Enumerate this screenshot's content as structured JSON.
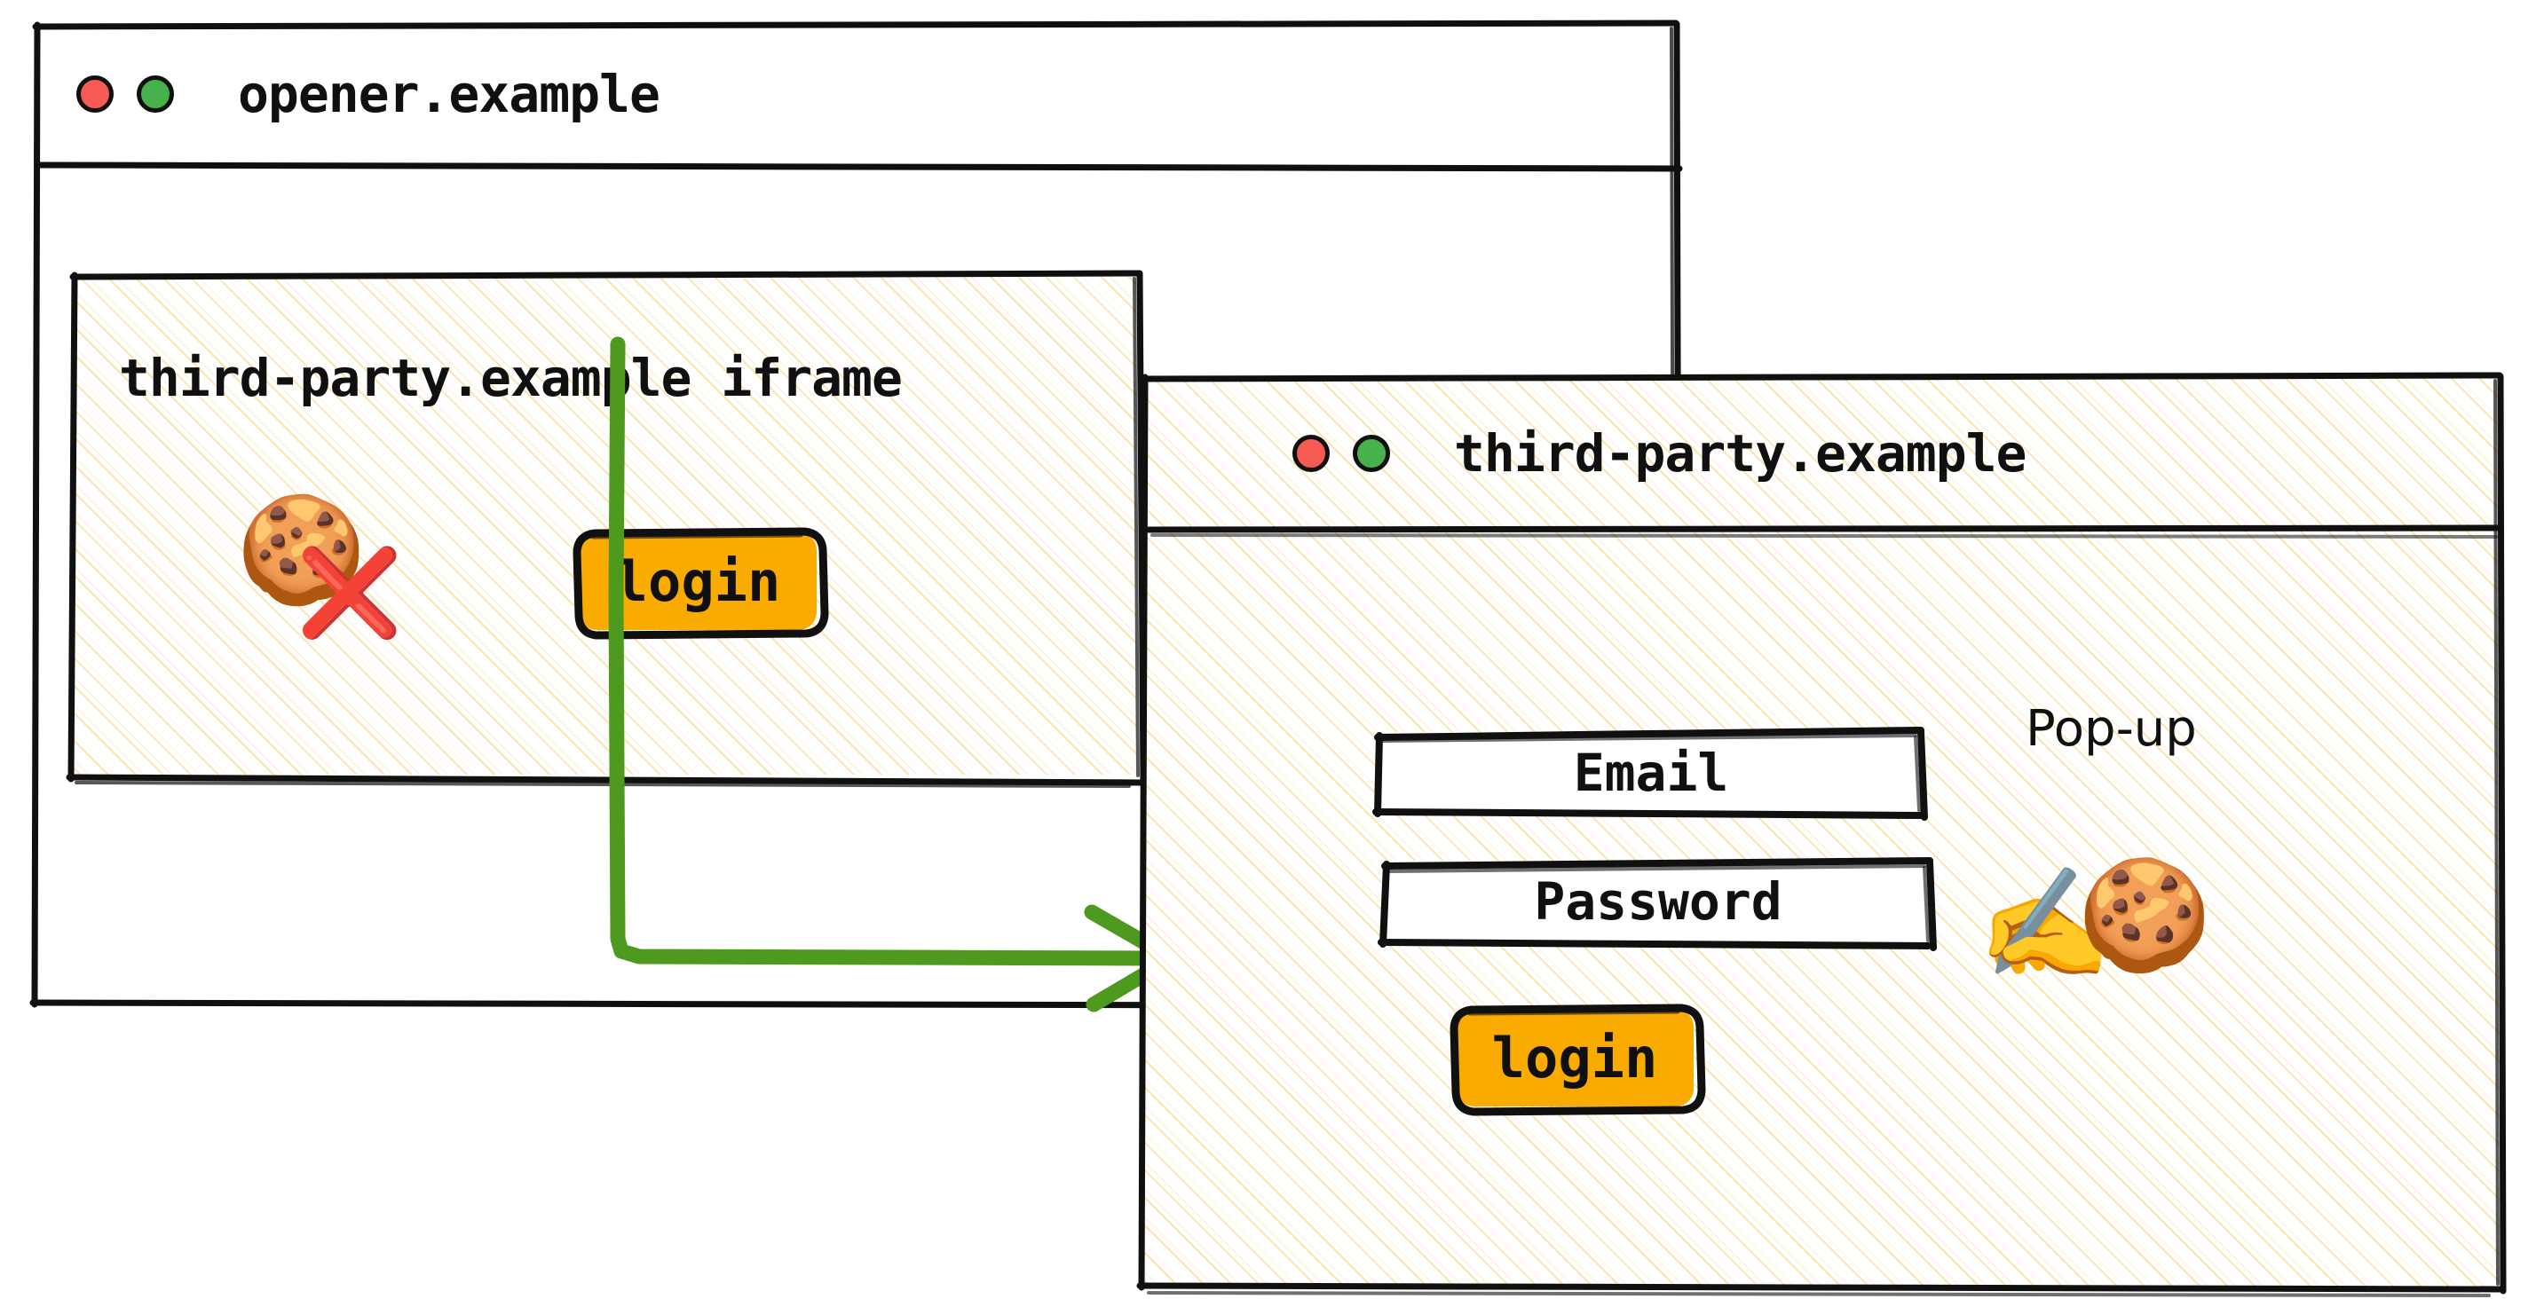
{
  "opener_window": {
    "title": "opener.example",
    "traffic_lights": [
      {
        "name": "close",
        "color": "#F55B52"
      },
      {
        "name": "maximize",
        "color": "#47B24C"
      }
    ],
    "iframe": {
      "label": "third-party.example iframe",
      "cookie_icon": "🍪",
      "blocked_icon": "❌",
      "login_button": "login"
    }
  },
  "popup_window": {
    "title": "third-party.example",
    "tag": "Pop-up",
    "traffic_lights": [
      {
        "name": "close",
        "color": "#F55B52"
      },
      {
        "name": "maximize",
        "color": "#47B24C"
      }
    ],
    "form": {
      "email_field": "Email",
      "password_field": "Password",
      "login_button": "login"
    },
    "writing_hand_icon": "✍️",
    "cookie_icon": "🍪"
  },
  "flow_arrow": {
    "label": "",
    "color": "#4E9A1F"
  },
  "colors": {
    "accent_orange": "#F9AB00",
    "arrow_green": "#4E9A1F",
    "blocked_red": "#D1332E",
    "hatch_amber": "#FACD6E",
    "outline_black": "#101010"
  }
}
